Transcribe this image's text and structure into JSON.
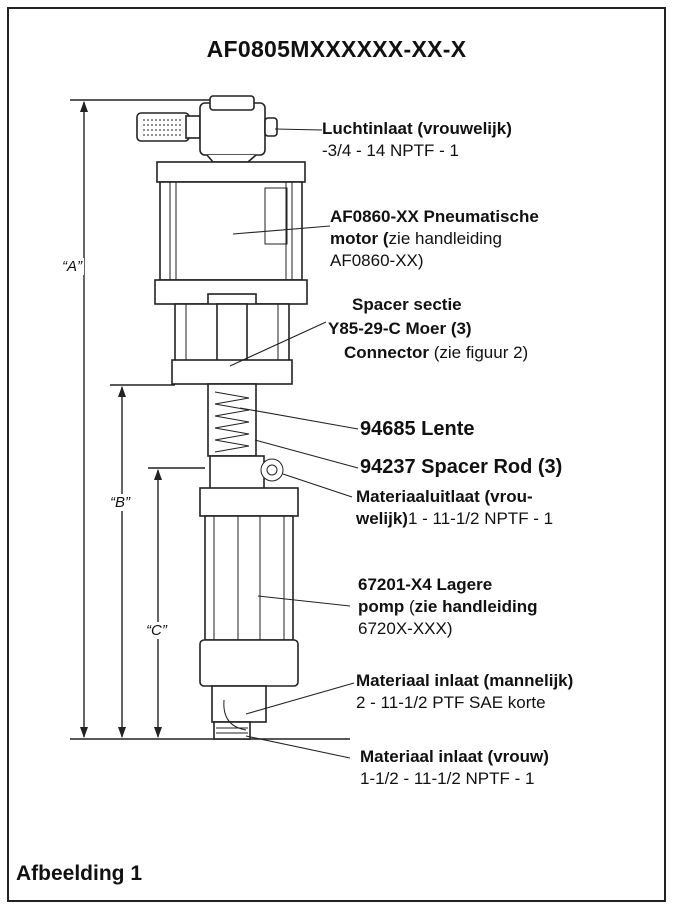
{
  "title": "AF0805MXXXXXX-XX-X",
  "figure_caption": "Afbeelding 1",
  "dimensions": {
    "a": "“A”",
    "b": "“B”",
    "c": "“C”"
  },
  "callouts": {
    "air_inlet_bold": "Luchtinlaat (vrouwelijk)",
    "air_inlet_spec": "-3/4 - 14 NPTF - 1",
    "motor_bold_1": "AF0860-XX Pneumatische",
    "motor_bold_2": "motor (",
    "motor_text_2": "zie handleiding",
    "motor_text_3": "AF0860-XX)",
    "spacer_section": "Spacer sectie",
    "nut": "Y85-29-C Moer (3)",
    "connector_bold": "Connector",
    "connector_text": " (zie figuur 2)",
    "spring": "94685 Lente",
    "spacer_rod": "94237 Spacer Rod (3)",
    "outlet_bold_1": "Materiaaluitlaat (vrou-",
    "outlet_bold_2": "welijk)",
    "outlet_spec": "1 - 11-1/2 NPTF - 1",
    "lower_pump_bold_1": "67201-X4 Lagere",
    "lower_pump_bold_2": "pomp",
    "lower_pump_text_2": " (",
    "lower_pump_bold_3": "zie handleiding",
    "lower_pump_text_3": "6720X-XXX)",
    "inlet_m_bold": "Materiaal inlaat (mannelijk)",
    "inlet_m_spec": "2 - 11-1/2 PTF SAE korte",
    "inlet_f_bold": "Materiaal inlaat (vrouw)",
    "inlet_f_spec": "1-1/2 - 11-1/2 NPTF - 1"
  }
}
